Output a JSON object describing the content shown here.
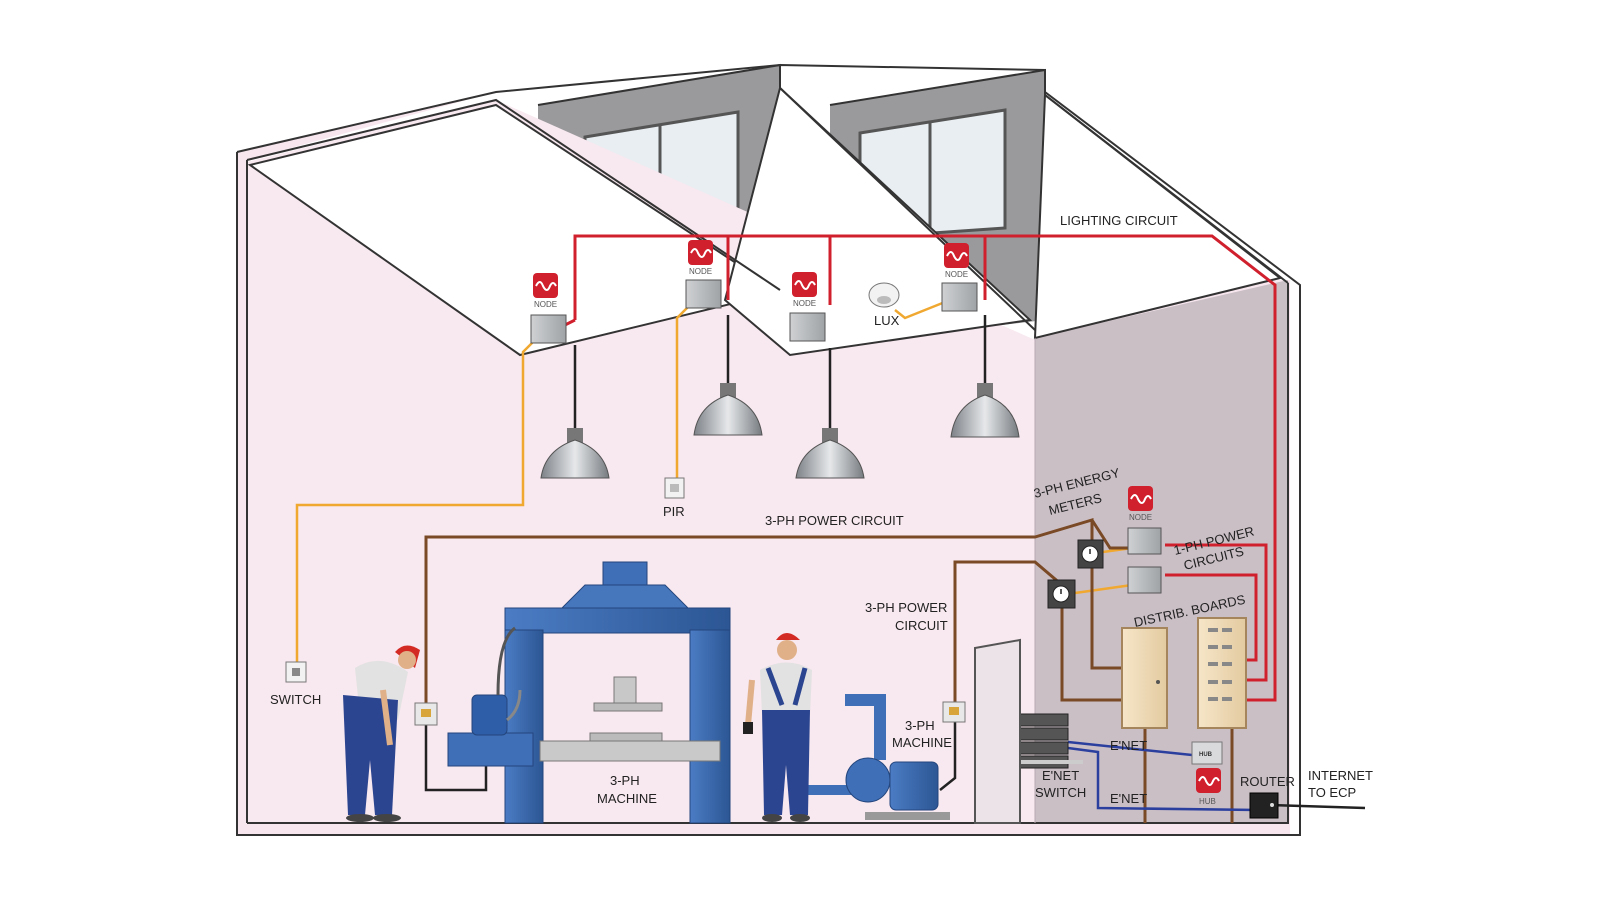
{
  "labels": {
    "lighting_circuit": "LIGHTING CIRCUIT",
    "lux": "LUX",
    "pir": "PIR",
    "switch": "SWITCH",
    "power_circuit_top": "3-PH POWER CIRCUIT",
    "power_circuit_mid_1": "3-PH POWER",
    "power_circuit_mid_2": "CIRCUIT",
    "energy_meters_1": "3-PH ENERGY",
    "energy_meters_2": "METERS",
    "one_ph_1": "1-PH POWER",
    "one_ph_2": "CIRCUITS",
    "distrib_boards": "DISTRIB. BOARDS",
    "machine_press_1": "3-PH",
    "machine_press_2": "MACHINE",
    "machine_pump_1": "3-PH",
    "machine_pump_2": "MACHINE",
    "enet_1": "E'NET",
    "enet_2": "E'NET",
    "enet_switch_1": "E'NET",
    "enet_switch_2": "SWITCH",
    "router": "ROUTER",
    "internet_1": "INTERNET",
    "internet_2": "TO ECP"
  },
  "device_labels": {
    "node": "NODE",
    "hub": "HUB"
  },
  "colors": {
    "lighting": "#d0202e",
    "power": "#7a4a26",
    "sensor": "#f0a830",
    "ethernet": "#2b3f9e",
    "wall": "#f7e6ee",
    "side_wall": "#cbbfc6",
    "machine": "#3f6fb6"
  }
}
